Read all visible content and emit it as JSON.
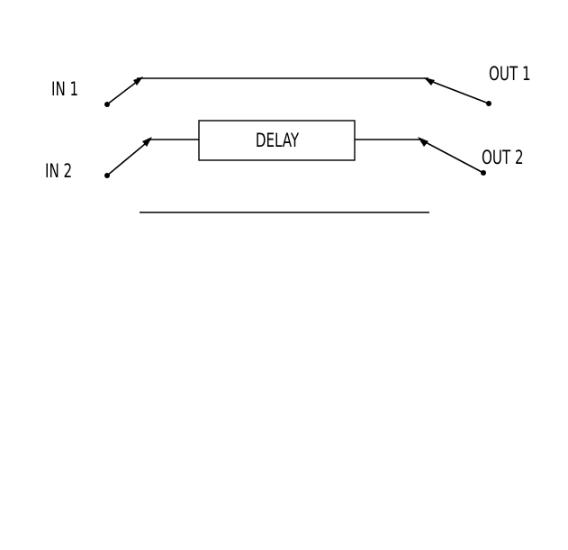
{
  "labels": {
    "in_1": "IN 1",
    "in_2": "IN 2",
    "out_1": "OUT 1",
    "out_2": "OUT 2",
    "delay": "DELAY"
  },
  "colors": {
    "background": "#ffffff",
    "line": "#000000"
  }
}
